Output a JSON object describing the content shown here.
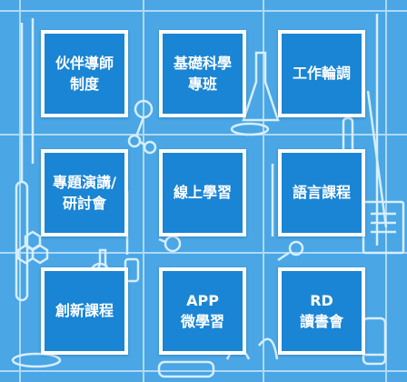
{
  "colors": {
    "background": "#4aa6e4",
    "tile": "#1a85d4",
    "tile_border": "#ffffff",
    "line_art": "#bfe3fb"
  },
  "tiles": [
    {
      "line1": "伙伴導師",
      "line2": "制度"
    },
    {
      "line1": "基礎科學",
      "line2": "專班"
    },
    {
      "line1": "工作輪調",
      "line2": ""
    },
    {
      "line1": "專題演講/",
      "line2": "研討會"
    },
    {
      "line1": "線上學習",
      "line2": ""
    },
    {
      "line1": "語言課程",
      "line2": ""
    },
    {
      "line1": "創新課程",
      "line2": ""
    },
    {
      "line1": "APP",
      "line2": "微學習"
    },
    {
      "line1": "RD",
      "line2": "讀書會"
    }
  ]
}
